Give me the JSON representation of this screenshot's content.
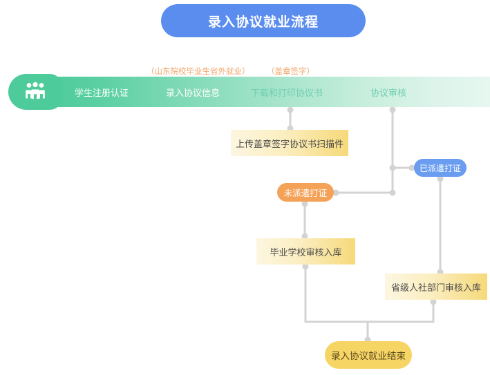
{
  "page": {
    "title": "录入协议就业流程",
    "accent_blue": "#5b8def",
    "accent_green": "#4ecb9a",
    "accent_orange": "#f4a258",
    "accent_gold": "#f6d97a",
    "connector_color": "#d0d0d0"
  },
  "annotations": [
    {
      "text": "（山东院校毕业生省外就业）"
    },
    {
      "text": "（盖章签字）"
    }
  ],
  "stage_bar": {
    "icon": "group-people-icon",
    "steps": [
      {
        "label": "学生注册认证"
      },
      {
        "label": "录入协议信息"
      },
      {
        "label": "下载和打印协议书"
      },
      {
        "label": "协议审核"
      }
    ]
  },
  "nodes": {
    "upload": {
      "label": "上传盖章签字协议书扫描件"
    },
    "not_dispatched": {
      "label": "未派遣打证"
    },
    "dispatched": {
      "label": "已派遣打证"
    },
    "school_review": {
      "label": "毕业学校审核入库"
    },
    "province_review": {
      "label": "省级人社部门审核入库"
    },
    "end": {
      "label": "录入协议就业结束"
    }
  }
}
